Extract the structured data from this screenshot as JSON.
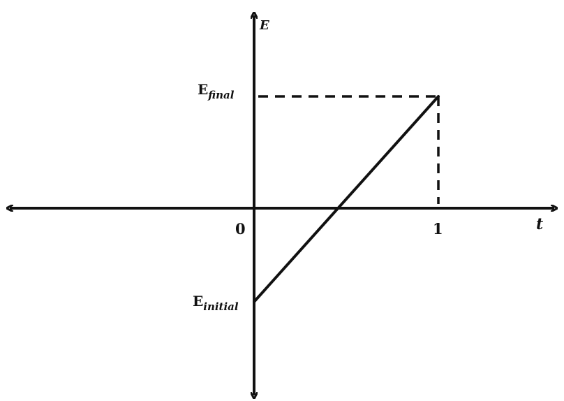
{
  "chart_data": {
    "type": "line",
    "x_axis": {
      "label": "t",
      "ticks": [
        "0",
        "1"
      ]
    },
    "y_axis": {
      "label": "E"
    },
    "line": {
      "start": {
        "x": 0,
        "y": "E_initial"
      },
      "end": {
        "x": 1,
        "y": "E_final"
      }
    },
    "annotations": {
      "y_final": {
        "base": "E",
        "sub": "final"
      },
      "y_initial": {
        "base": "E",
        "sub": "initial"
      }
    },
    "guides": "dashed",
    "colors": {
      "ink": "#111111"
    }
  }
}
